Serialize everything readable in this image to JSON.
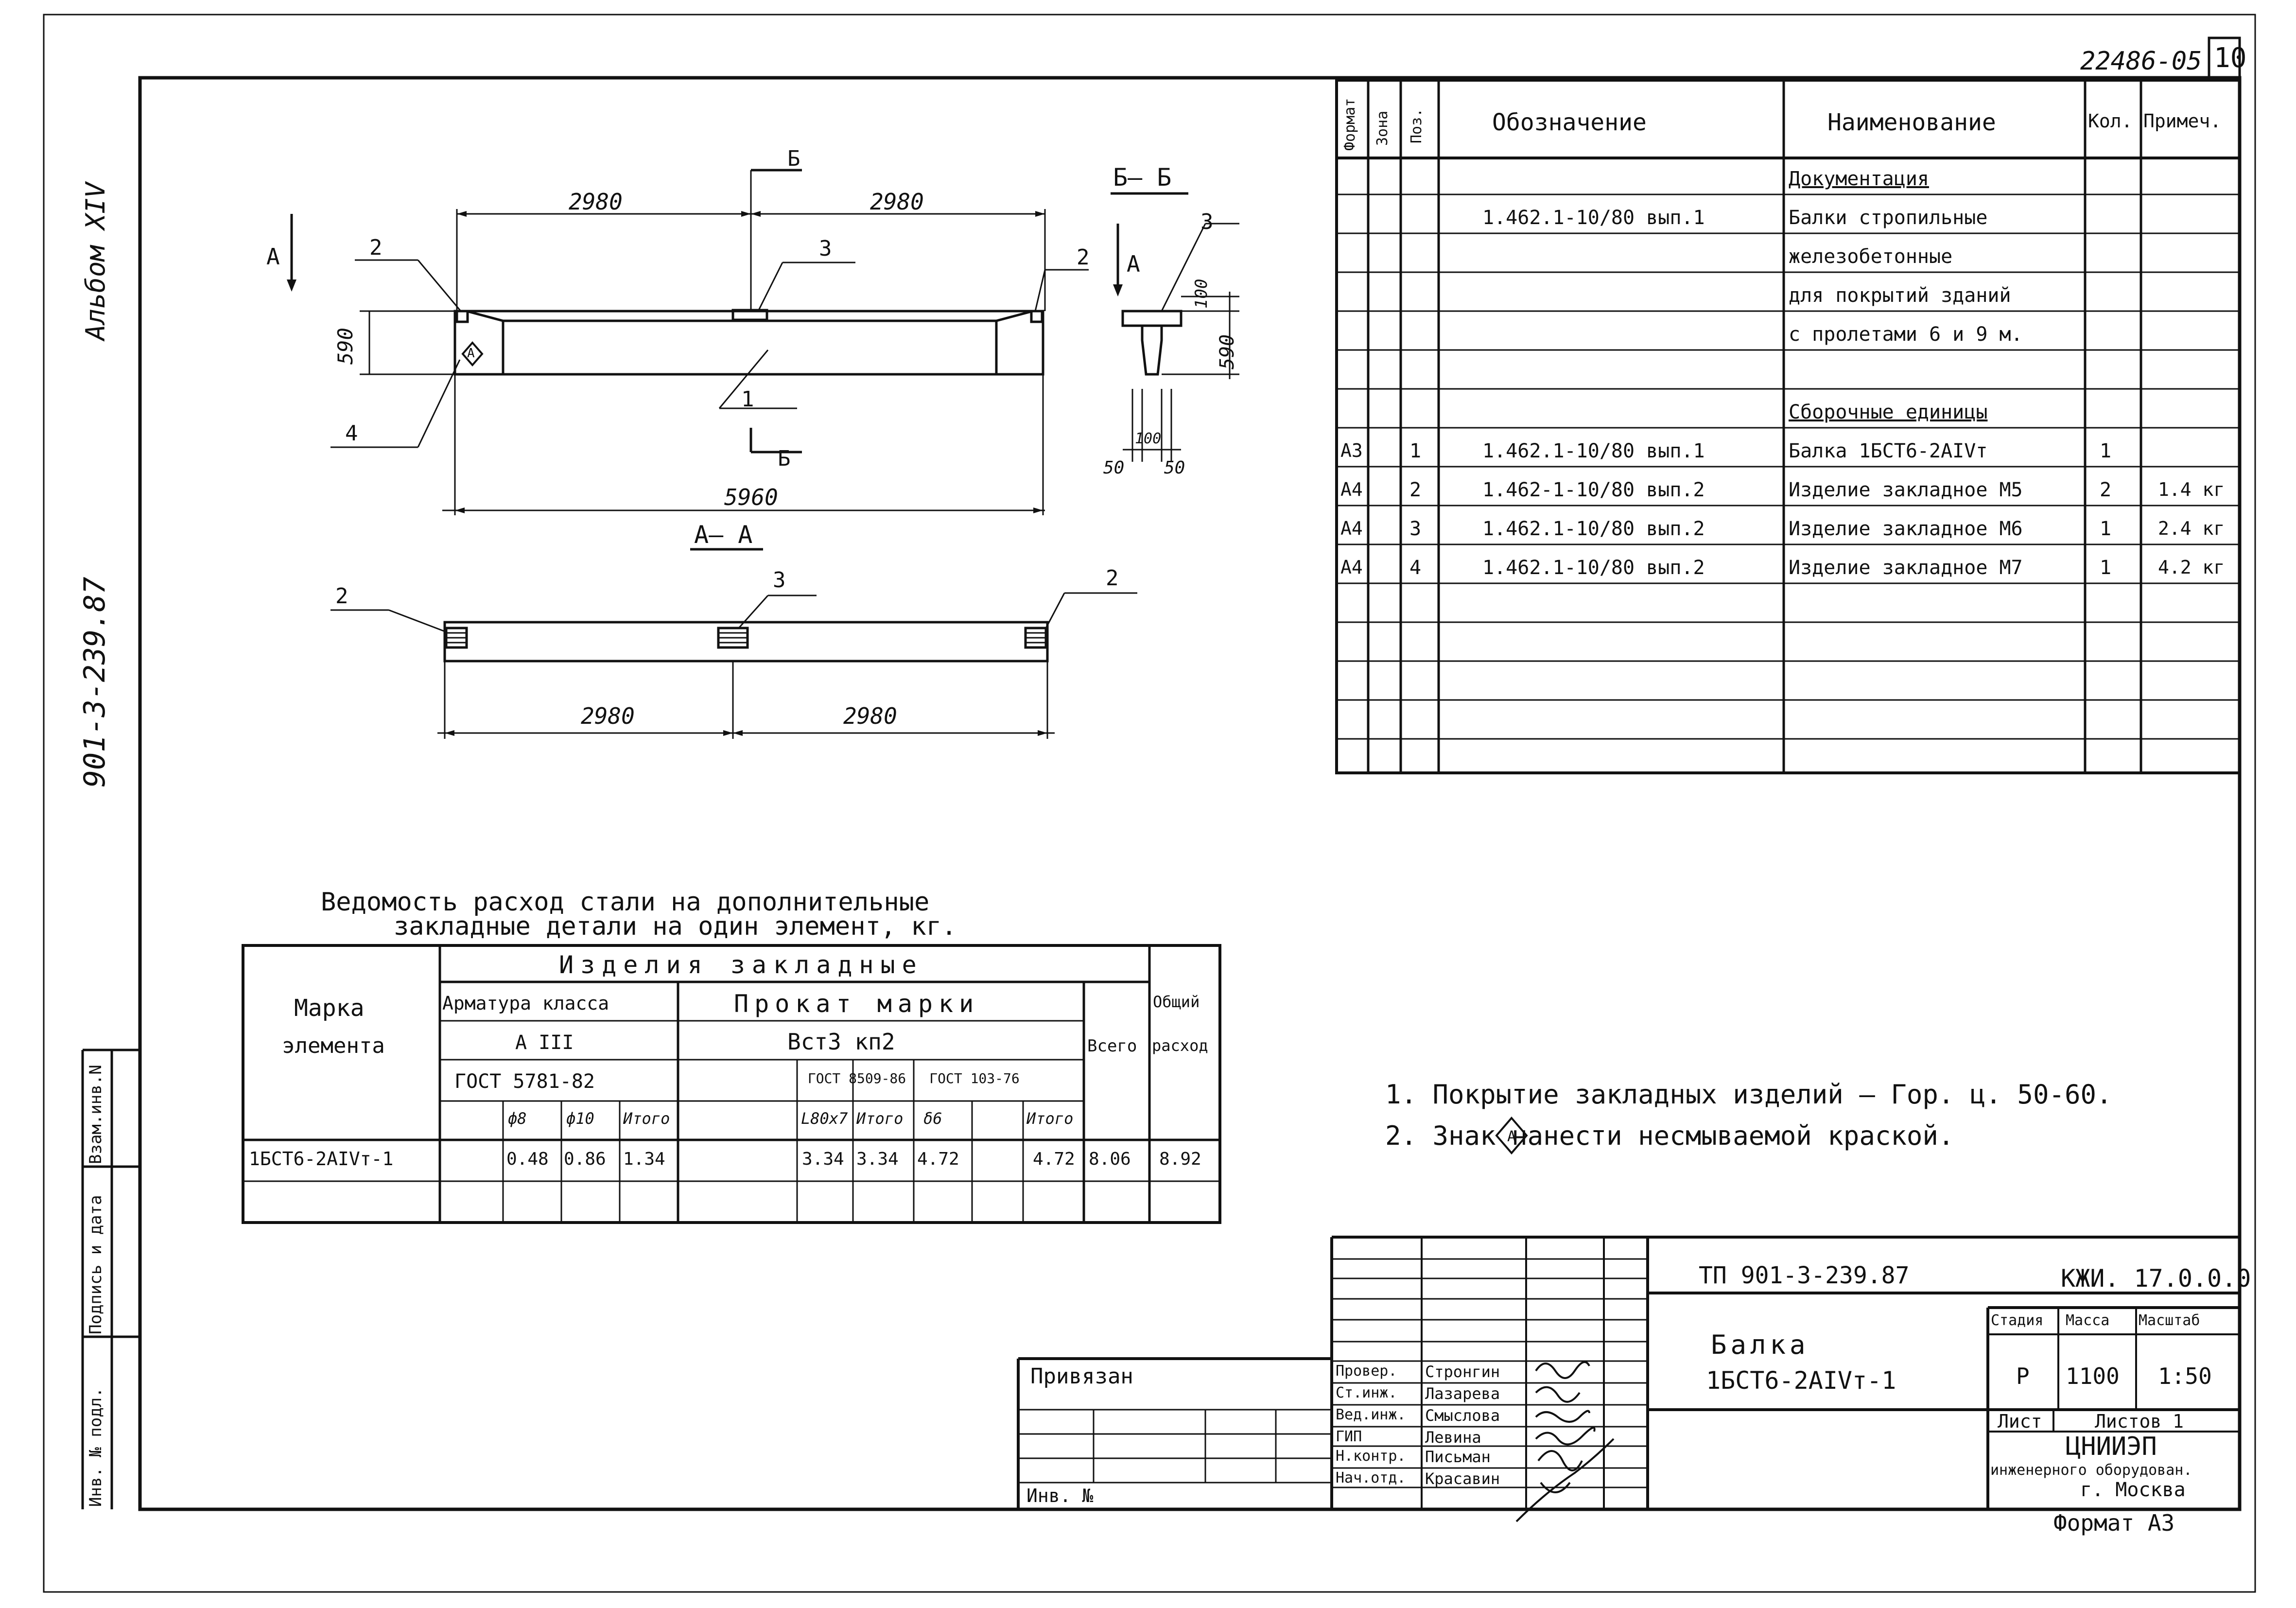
{
  "corner": {
    "doc_code": "22486-05",
    "sheet_no": "10"
  },
  "side_stamp": {
    "album": "Альбом XIV",
    "project": "901-3-239.87",
    "inv_podl": "Инв. № подл.",
    "podpis": "Подпись и дата",
    "vzam": "Взам.инв.N"
  },
  "drawing": {
    "dim_2980_left": "2980",
    "dim_2980_right": "2980",
    "dim_590": "590",
    "dim_5960": "5960",
    "section_bb_title": "Б– Б",
    "section_b_mark": "Б",
    "view_a_mark": "А",
    "section_aa_title": "А– А",
    "bb_dim_100": "100",
    "bb_dim_590": "590",
    "bb_dim_50_left": "50",
    "bb_dim_50_right": "50",
    "bb_dim_100b": "100",
    "callout_1": "1",
    "callout_2": "2",
    "callout_3": "3",
    "callout_4": "4",
    "sign_a": "А",
    "aa_dim_left": "2980",
    "aa_dim_right": "2980"
  },
  "spec_table": {
    "headers": {
      "format": "Формат",
      "zone": "Зона",
      "pos": "Поз.",
      "designation": "Обозначение",
      "name": "Наименование",
      "qty": "Кол.",
      "note": "Примеч."
    },
    "rows": [
      {
        "format": "",
        "pos": "",
        "designation": "",
        "name": "Документация",
        "qty": "",
        "note": ""
      },
      {
        "format": "",
        "pos": "",
        "designation": "1.462.1-10/80 вып.1",
        "name": "Балки стропильные",
        "qty": "",
        "note": ""
      },
      {
        "format": "",
        "pos": "",
        "designation": "",
        "name": "железобетонные",
        "qty": "",
        "note": ""
      },
      {
        "format": "",
        "pos": "",
        "designation": "",
        "name": "для покрытий зданий",
        "qty": "",
        "note": ""
      },
      {
        "format": "",
        "pos": "",
        "designation": "",
        "name": "с пролетами 6 и 9 м.",
        "qty": "",
        "note": ""
      },
      {
        "format": "",
        "pos": "",
        "designation": "",
        "name": "",
        "qty": "",
        "note": ""
      },
      {
        "format": "",
        "pos": "",
        "designation": "",
        "name": "Сборочные единицы",
        "qty": "",
        "note": ""
      },
      {
        "format": "А3",
        "pos": "1",
        "designation": "1.462.1-10/80 вып.1",
        "name": "Балка 1БСТ6-2АIVт",
        "qty": "1",
        "note": ""
      },
      {
        "format": "А4",
        "pos": "2",
        "designation": "1.462-1-10/80 вып.2",
        "name": "Изделие закладное М5",
        "qty": "2",
        "note": "1.4 кг"
      },
      {
        "format": "А4",
        "pos": "3",
        "designation": "1.462.1-10/80 вып.2",
        "name": "Изделие закладное М6",
        "qty": "1",
        "note": "2.4 кг"
      },
      {
        "format": "А4",
        "pos": "4",
        "designation": "1.462.1-10/80 вып.2",
        "name": "Изделие закладное М7",
        "qty": "1",
        "note": "4.2 кг"
      }
    ]
  },
  "steel_table": {
    "title_line1": "Ведомость расход стали на дополнительные",
    "title_line2": "закладные детали на один элемент, кг.",
    "h_izdelia": "Изделия закладные",
    "h_marka": "Марка",
    "h_elementa": "элемента",
    "h_armatura": "Арматура класса",
    "h_a3": "А III",
    "h_gost_arm": "ГОСТ 5781-82",
    "h_prokat": "Прокат марки",
    "h_vst": "Вст3 кп2",
    "h_gost1": "ГОСТ 8509-86",
    "h_gost2": "ГОСТ 103-76",
    "h_vsego": "Всего",
    "h_obshchiy": "Общий",
    "h_raskhod": "расход",
    "sub": [
      "ф8",
      "ф10",
      "Итого",
      "L80x7",
      "Итого",
      "δ6",
      "",
      "Итого"
    ],
    "row": {
      "marka": "1БСТ6-2АIVт-1",
      "f8": "0.48",
      "f10": "0.86",
      "itogo1": "1.34",
      "l80": "3.34",
      "itogo2": "3.34",
      "d6": "4.72",
      "blank": "",
      "itogo3": "4.72",
      "vsego": "8.06",
      "obshchiy": "8.92"
    }
  },
  "notes": [
    "1. Покрытие закладных изделий – Гор. ц. 50-60.",
    "2. Знак   нанести несмываемой краской."
  ],
  "title_block": {
    "tp": "ТП 901-3-239.87",
    "code": "КЖИ. 17.0.0.0",
    "name_line1": "Балка",
    "name_line2": "1БСТ6-2АIVт-1",
    "stadia_h": "Стадия",
    "massa_h": "Масса",
    "masshtab_h": "Масштаб",
    "stadia": "Р",
    "massa": "1100",
    "masshtab": "1:50",
    "list": "Лист",
    "listov": "Листов 1",
    "org1": "ЦНИИЭП",
    "org2": "инженерного оборудован.",
    "org3": "г. Москва",
    "format": "Формат А3",
    "privyazan": "Привязан",
    "inv_no": "Инв. №",
    "roles": [
      "Провер.",
      "Ст.инж.",
      "Вед.инж.",
      "ГИП",
      "Н.контр.",
      "Нач.отд."
    ],
    "people": [
      "Стронгин",
      "Лазарева",
      "Смыслова",
      "Левина",
      "Письман",
      "Красавин"
    ]
  }
}
